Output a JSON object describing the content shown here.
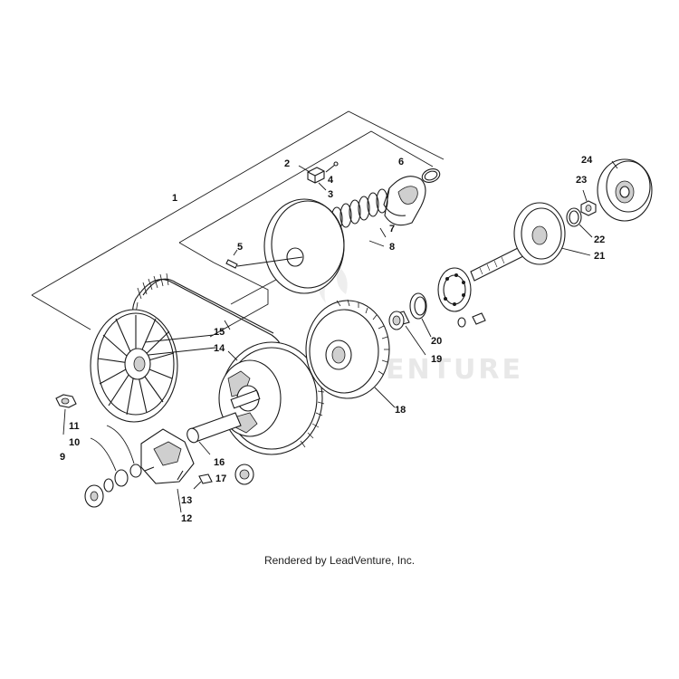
{
  "diagram": {
    "callouts": [
      "1",
      "2",
      "3",
      "4",
      "5",
      "6",
      "7",
      "8",
      "9",
      "10",
      "11",
      "12",
      "13",
      "14",
      "15",
      "16",
      "17",
      "18",
      "19",
      "20",
      "21",
      "22",
      "23",
      "24"
    ],
    "watermark": "LEADVENTURE",
    "credit": "Rendered by LeadVenture, Inc."
  }
}
